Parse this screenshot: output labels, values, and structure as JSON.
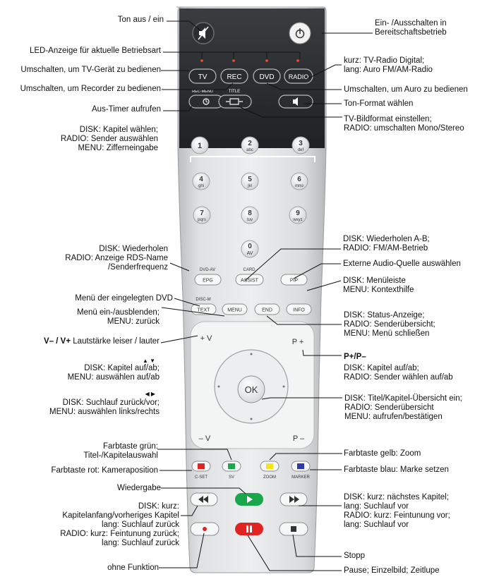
{
  "remote": {
    "buttons": {
      "tv": "TV",
      "rec": "REC",
      "dvd": "DVD",
      "radio": "RADIO",
      "rec_menu": "REC-MENU",
      "title": "TITLE",
      "n1": "1",
      "n2": "2",
      "n2s": "abc",
      "n3": "3",
      "n3s": "def",
      "n4": "4",
      "n4s": "ghi",
      "n5": "5",
      "n5s": "jkl",
      "n6": "6",
      "n6s": "mno",
      "n7": "7",
      "n7s": "pqrs",
      "n8": "8",
      "n8s": "tuv",
      "n9": "9",
      "n9s": "wxyz",
      "n0": "0",
      "n0s": "AV",
      "dvd_av": "DVD-AV",
      "epg": "EPG",
      "card": "CARD",
      "assist": "ASSIST",
      "pip": "PIP",
      "disc_m": "DISC-M",
      "text": "TEXT",
      "menu": "MENU",
      "end": "END",
      "info": "INFO",
      "vol_up": "+ V",
      "vol_down": "– V",
      "prog_up": "P +",
      "prog_down": "P –",
      "ok": "OK",
      "c_set": "C-SET",
      "sv": "SV",
      "zoom": "ZOOM",
      "marker": "MARKER"
    }
  },
  "labels": {
    "mute": "Ton aus / ein",
    "led": "LED-Anzeige für aktuelle Betriebsart",
    "tv_mode": "Umschalten, um TV-Gerät zu bedienen",
    "rec_mode": "Umschalten, um Recorder zu bedienen",
    "timer": "Aus-Timer aufrufen",
    "digits": [
      "DISK: Kapitel wählen;",
      "RADIO: Sender auswählen",
      "MENU: Zifferneingabe"
    ],
    "repeat": [
      "DISK: Wiederholen",
      "RADIO: Anzeige RDS-Name",
      "/Senderfrequenz"
    ],
    "dvd_menu": "Menü der eingelegten DVD",
    "menu_toggle": [
      "Menü ein-/ausblenden;",
      "MENU: zurück"
    ],
    "volume_bold": "V– / V+",
    "volume_rest": " Lautstärke leiser / lauter",
    "updown_arrows": "▲  ▼",
    "updown": [
      "DISK: Kapitel auf/ab;",
      "MENU: auswählen auf/ab"
    ],
    "leftright_arrows": "◀  ▶",
    "leftright": [
      "DISK: Suchlauf zurück/vor;",
      "MENU: auswählen links/rechts"
    ],
    "green": [
      "Farbtaste grün:",
      "Titel-/Kapitelauswahl"
    ],
    "red": "Farbtaste rot: Kameraposition",
    "play": "Wiedergabe",
    "rewind": [
      "DISK: kurz:",
      "Kapitelanfang/vorheriges Kapitel",
      "lang: Suchlauf zurück",
      "RADIO: kurz: Feintunung zurück;",
      "lang: Suchlauf zurück"
    ],
    "no_function": "ohne Funktion",
    "power": [
      "Ein- /Ausschalten in",
      "Bereitschaftsbetrieb"
    ],
    "radio_mode": [
      "kurz: TV-Radio Digital;",
      "lang: Auro FM/AM-Radio"
    ],
    "auro_mode": "Umschalten, um Auro zu bedienen",
    "sound_format": "Ton-Format wählen",
    "picture_format": [
      "TV-Bildformat einstellen;",
      "RADIO: umschalten Mono/Stereo"
    ],
    "repeat_ab": [
      "DISK: Wiederholen A-B;",
      "RADIO: FM/AM-Betrieb"
    ],
    "ext_audio": "Externe Audio-Quelle auswählen",
    "menubar": [
      "DISK: Menüleiste",
      "MENU: Kontexthilfe"
    ],
    "status": [
      "DISK: Status-Anzeige;",
      "RADIO: Senderübersicht;",
      "MENU: Menü schließen"
    ],
    "prog_bold": "P+/P–",
    "prog": [
      "DISK: Kapitel auf/ab;",
      "RADIO: Sender wählen auf/ab"
    ],
    "ok_label": [
      "DISK: Titel/Kapitel-Übersicht ein;",
      "RADIO: Senderübersicht",
      "MENU: aufrufen/bestätigen"
    ],
    "yellow": "Farbtaste gelb: Zoom",
    "blue": "Farbtaste blau: Marke setzen",
    "forward": [
      "DISK: kurz: nächstes Kapitel;",
      "lang: Suchlauf vor",
      "RADIO: kurz: Feintunung vor;",
      "lang: Suchlauf vor"
    ],
    "stop": "Stopp",
    "pause": "Pause; Einzelbild; Zeitlupe"
  }
}
